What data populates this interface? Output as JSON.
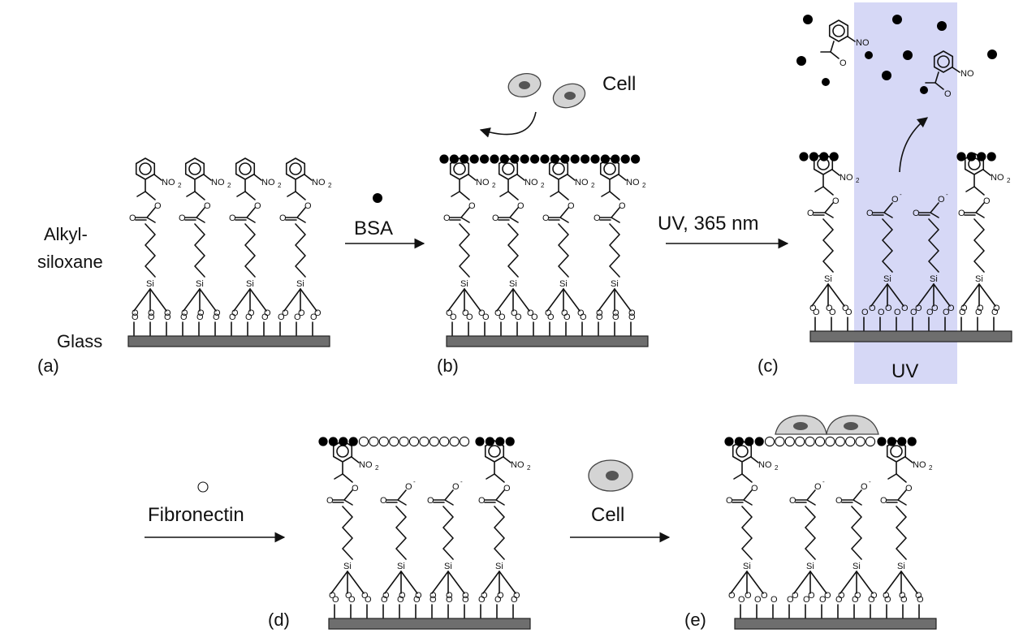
{
  "labels": {
    "alkyl": "Alkyl-",
    "siloxane": "siloxane",
    "glass": "Glass",
    "panel_a": "(a)",
    "panel_b": "(b)",
    "panel_c": "(c)",
    "panel_d": "(d)",
    "panel_e": "(e)",
    "bsa": "BSA",
    "uv_step": "UV, 365 nm",
    "uv_zone": "UV",
    "cell_top": "Cell",
    "fibronectin": "Fibronectin",
    "cell_bottom": "Cell"
  },
  "chem": {
    "no2": "NO",
    "no2_sub": "2",
    "no": "NO",
    "si": "Si",
    "o": "O",
    "o_minus": "-"
  },
  "colors": {
    "uv_zone": "#d6d8f6",
    "glass": "#6e6e6e",
    "cell_body": "#d4d4d4",
    "cell_nucleus": "#555555",
    "bsa": "#000000",
    "fibronectin": "#ffffff"
  }
}
